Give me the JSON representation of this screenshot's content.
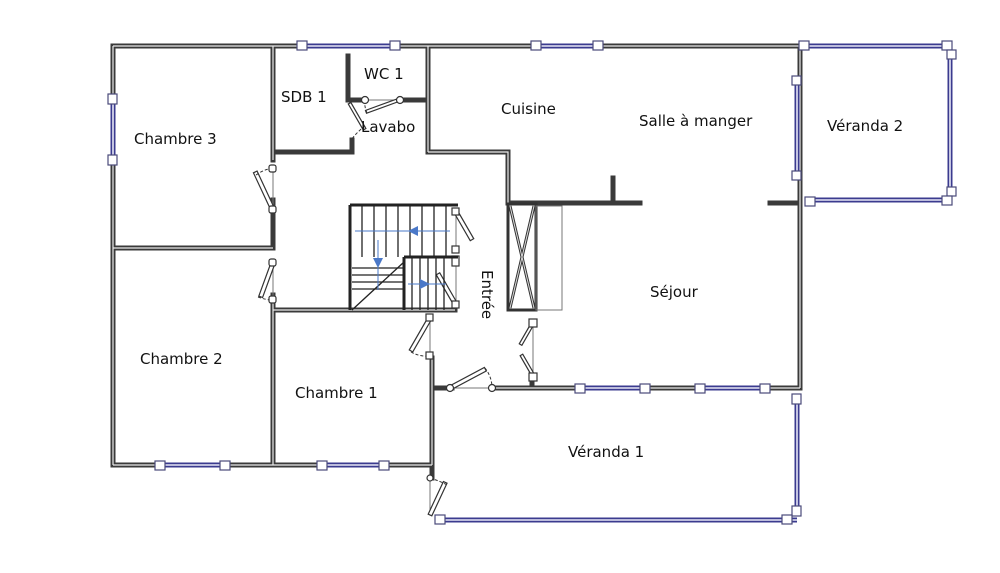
{
  "plan": {
    "colors": {
      "wall": "#3a3a3a",
      "window": "#3b3b8f",
      "stair_arrow": "#4a78c8",
      "background": "#ffffff"
    },
    "rooms": [
      {
        "id": "chambre3",
        "label": "Chambre 3"
      },
      {
        "id": "sdb1",
        "label": "SDB 1"
      },
      {
        "id": "wc1",
        "label": "WC 1"
      },
      {
        "id": "lavabo",
        "label": "Lavabo"
      },
      {
        "id": "cuisine",
        "label": "Cuisine"
      },
      {
        "id": "salle_a_manger",
        "label": "Salle à manger"
      },
      {
        "id": "veranda2",
        "label": "Véranda 2"
      },
      {
        "id": "entree",
        "label": "Entrée"
      },
      {
        "id": "sejour",
        "label": "Séjour"
      },
      {
        "id": "chambre2",
        "label": "Chambre 2"
      },
      {
        "id": "chambre1",
        "label": "Chambre 1"
      },
      {
        "id": "veranda1",
        "label": "Véranda 1"
      }
    ]
  }
}
